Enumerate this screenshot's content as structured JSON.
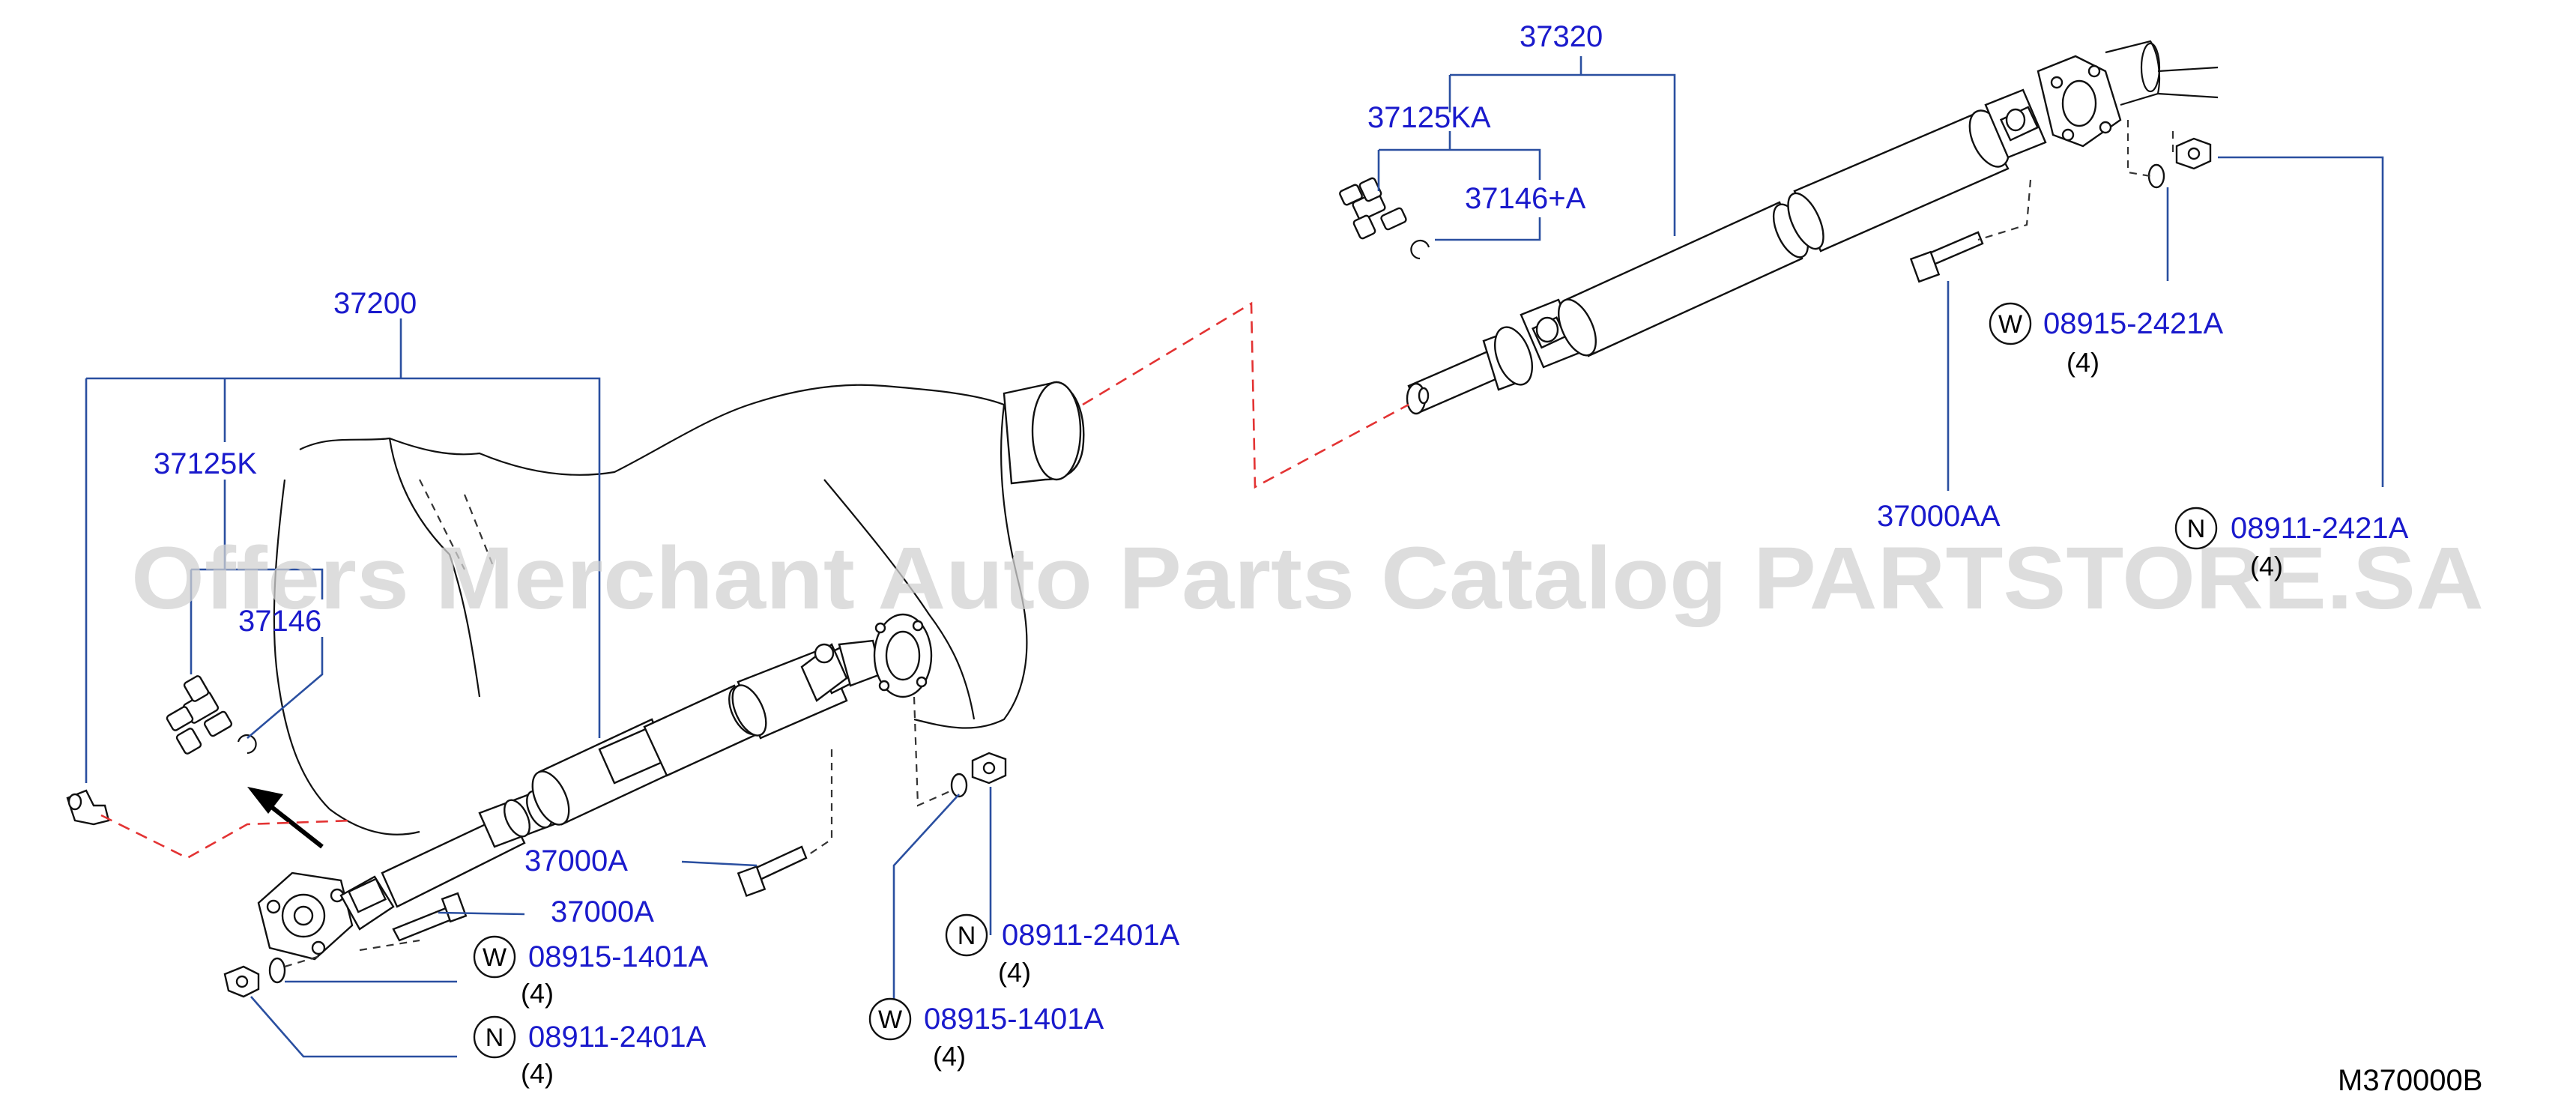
{
  "labels": {
    "shaft_rear_assy": "37320",
    "joint_kit_rear": "37125KA",
    "snap_ring_rear": "37146+A",
    "shaft_front_assy": "37200",
    "joint_kit_front": "37125K",
    "snap_ring_front": "37146",
    "bolt_center": "37000A",
    "bolt_front": "37000A",
    "bolt_rear": "37000AA"
  },
  "callouts": {
    "washer_rear": {
      "symbol": "W",
      "part": "08915-2421A",
      "qty": "(4)"
    },
    "nut_rear": {
      "symbol": "N",
      "part": "08911-2421A",
      "qty": "(4)"
    },
    "washer_front": {
      "symbol": "W",
      "part": "08915-1401A",
      "qty": "(4)"
    },
    "nut_front": {
      "symbol": "N",
      "part": "08911-2401A",
      "qty": "(4)"
    },
    "nut_center": {
      "symbol": "N",
      "part": "08911-2401A",
      "qty": "(4)"
    },
    "washer_center": {
      "symbol": "W",
      "part": "08915-1401A",
      "qty": "(4)"
    }
  },
  "diagram_code": "M370000B",
  "watermark": "Offers Merchant Auto Parts Catalog PARTSTORE.SA",
  "colors": {
    "label": "#1a1acc",
    "leader": "#2a4fa0",
    "assembly_dash": "#e33333",
    "watermark": "#d2d2d2"
  }
}
